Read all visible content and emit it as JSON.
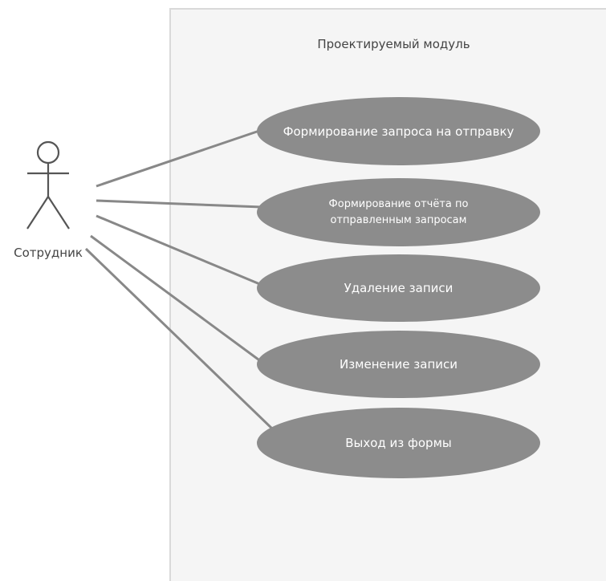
{
  "system": {
    "title": "Проектируемый модуль"
  },
  "actor": {
    "label": "Сотрудник"
  },
  "use_cases": [
    {
      "label": "Формирование запроса на отправку"
    },
    {
      "label": "Формирование отчёта по\nотправленным запросам"
    },
    {
      "label": "Удаление записи"
    },
    {
      "label": "Изменение записи"
    },
    {
      "label": "Выход из формы"
    }
  ],
  "colors": {
    "use_case_fill": "#8c8c8c",
    "use_case_text": "#ffffff",
    "boundary_fill": "#f5f5f5",
    "boundary_border": "#d9d9d9",
    "association_line": "#888888",
    "actor_stroke": "#555555"
  }
}
